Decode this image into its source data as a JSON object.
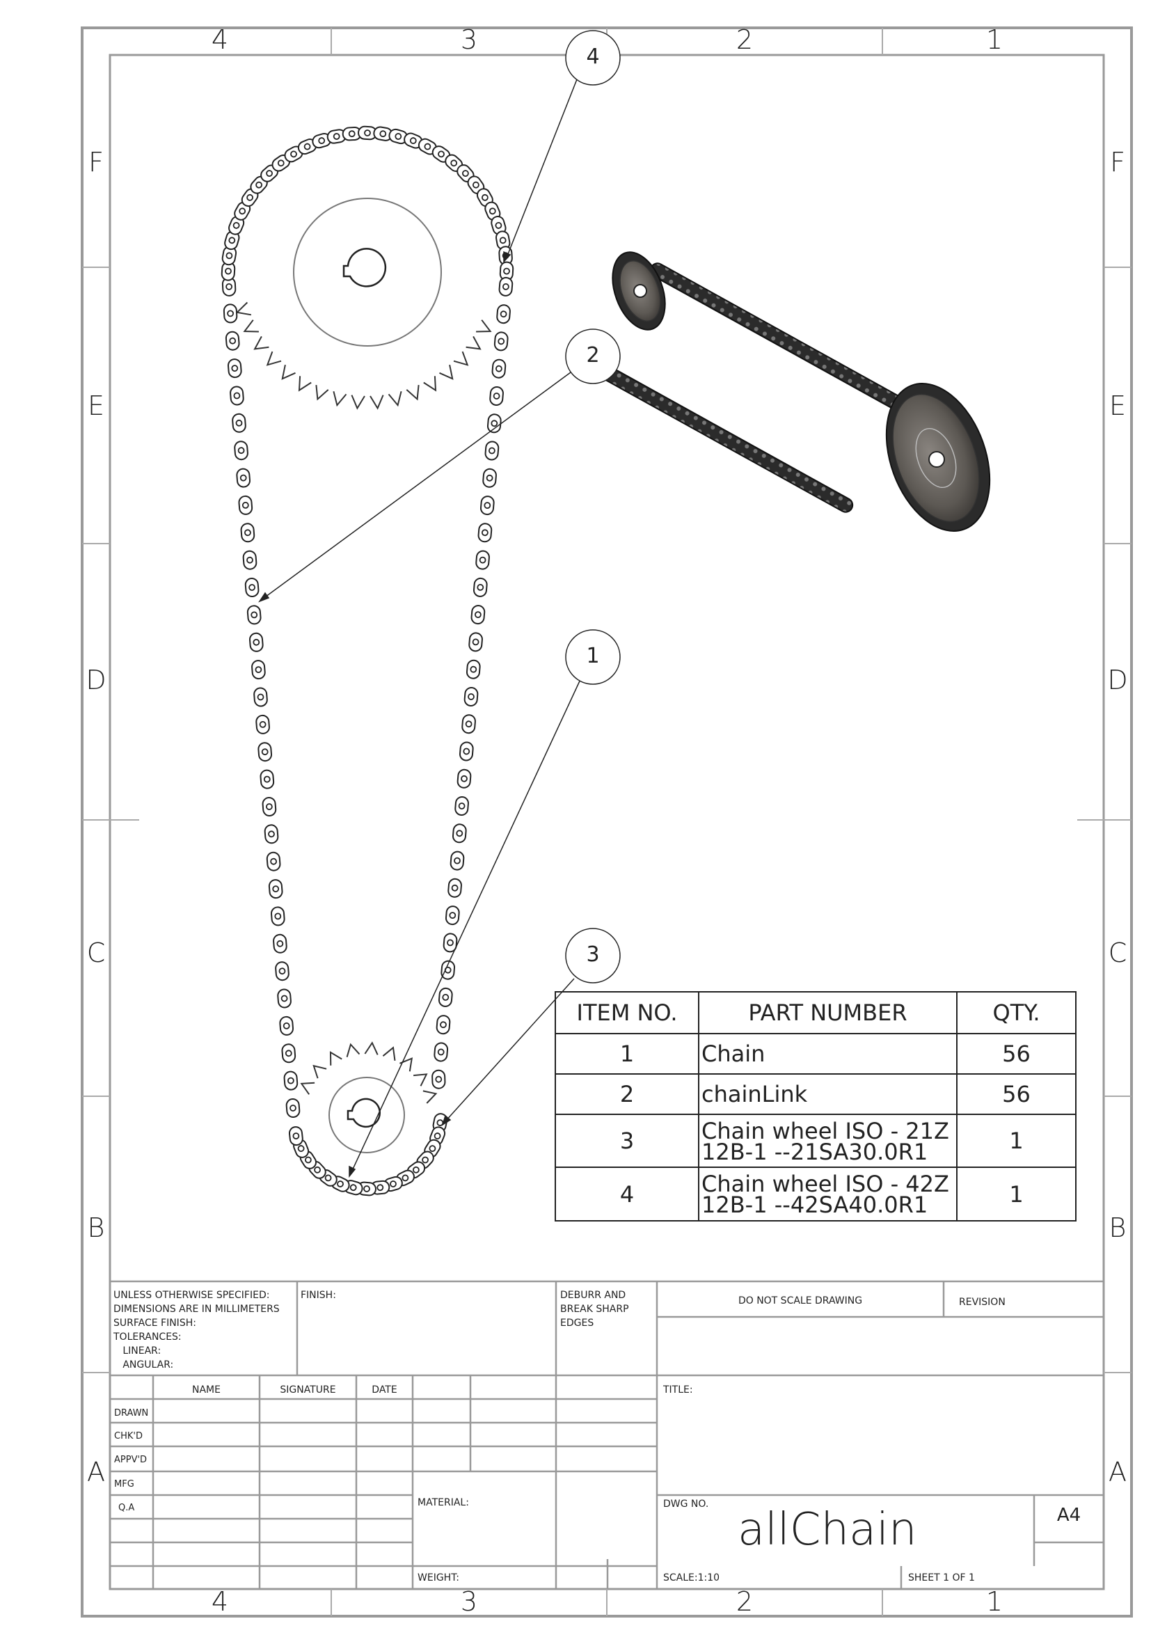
{
  "zones": {
    "columns": [
      "4",
      "3",
      "2",
      "1"
    ],
    "rows": [
      "F",
      "E",
      "D",
      "C",
      "B",
      "A"
    ]
  },
  "balloons": [
    "4",
    "2",
    "1",
    "3"
  ],
  "bom": {
    "headers": [
      "ITEM NO.",
      "PART NUMBER",
      "QTY."
    ],
    "rows": [
      {
        "item": "1",
        "part_lines": [
          "Chain"
        ],
        "qty": "56"
      },
      {
        "item": "2",
        "part_lines": [
          "chainLink"
        ],
        "qty": "56"
      },
      {
        "item": "3",
        "part_lines": [
          "Chain wheel ISO - 21Z",
          "12B-1 --21SA30.0R1"
        ],
        "qty": "1"
      },
      {
        "item": "4",
        "part_lines": [
          "Chain wheel ISO - 42Z",
          "12B-1 --42SA40.0R1"
        ],
        "qty": "1"
      }
    ]
  },
  "title_block": {
    "spec_lines": [
      "UNLESS OTHERWISE SPECIFIED:",
      "DIMENSIONS ARE IN MILLIMETERS",
      "SURFACE FINISH:",
      "TOLERANCES:",
      "   LINEAR:",
      "   ANGULAR:"
    ],
    "finish": "FINISH:",
    "deburr_lines": [
      "DEBURR AND",
      "BREAK SHARP",
      "EDGES"
    ],
    "do_not_scale": "DO NOT SCALE DRAWING",
    "revision": "REVISION",
    "col_headers": [
      "NAME",
      "SIGNATURE",
      "DATE"
    ],
    "row_labels": [
      "DRAWN",
      "CHK'D",
      "APPV'D",
      "MFG",
      "Q.A"
    ],
    "title_label": "TITLE:",
    "material_label": "MATERIAL:",
    "weight_label": "WEIGHT:",
    "dwg_no_label": "DWG NO.",
    "dwg_no": "allChain",
    "sheet_size": "A4",
    "scale": "SCALE:1:10",
    "sheet": "SHEET 1 OF 1"
  }
}
